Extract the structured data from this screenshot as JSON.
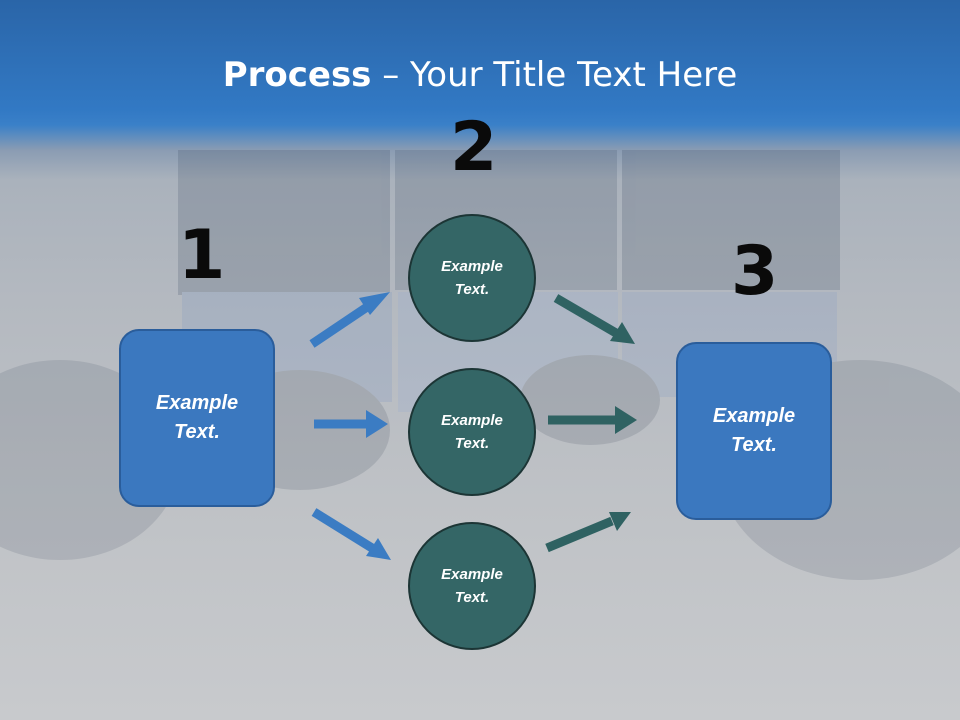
{
  "title": {
    "strong": "Process",
    "rest": " – Your Title Text Here"
  },
  "steps": [
    {
      "number": "1",
      "label": "Example Text."
    },
    {
      "number": "2",
      "labels": [
        "Example Text.",
        "Example Text.",
        "Example Text."
      ]
    },
    {
      "number": "3",
      "label": "Example Text."
    }
  ],
  "colors": {
    "box_fill": "#3b78bf",
    "circle_fill": "#346666",
    "arrow_blue": "#3b7cc3",
    "arrow_teal": "#2f6262",
    "header_blue": "#2f72bd"
  }
}
